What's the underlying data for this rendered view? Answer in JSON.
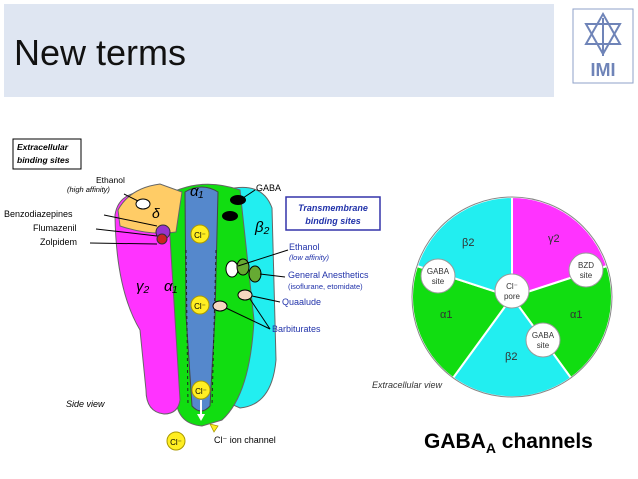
{
  "slide": {
    "title": "New terms"
  },
  "logo": {
    "text": "IMI"
  },
  "side_view": {
    "extracellular_box": [
      "Extracellular",
      "binding sites"
    ],
    "transmembrane_box": [
      "Transmembrane",
      "binding sites"
    ],
    "subunits": {
      "alpha1_top": "α₁",
      "beta2": "β₂",
      "gamma2": "γ₂",
      "alpha1_mid": "α₁",
      "delta": "δ"
    },
    "ion": "Cl⁻",
    "labels": {
      "ethanol_high": "Ethanol",
      "ethanol_high_note": "(high affinity)",
      "gaba": "GABA",
      "benzodiazepines": "Benzodiazepines",
      "flumazenil": "Flumazenil",
      "zolpidem": "Zolpidem",
      "ethanol_low": "Ethanol",
      "ethanol_low_note": "(low affinity)",
      "general_anesthetics": "General Anesthetics",
      "general_anesthetics_note": "(isoflurane, etomidate)",
      "quaalude": "Quaalude",
      "barbiturates": "Barbiturates",
      "ion_channel": "Cl⁻ ion channel",
      "side_view": "Side view"
    }
  },
  "top_view": {
    "segments": {
      "gamma2": "γ2",
      "alpha1_right": "α1",
      "beta2_bottom": "β2",
      "alpha1_left": "α1",
      "beta2_topleft": "β2"
    },
    "sites": {
      "bzd": [
        "BZD",
        "site"
      ],
      "gaba_left": [
        "GABA",
        "site"
      ],
      "gaba_bottom": [
        "GABA",
        "site"
      ],
      "pore": [
        "Cl⁻",
        "pore"
      ]
    },
    "caption": "Extracellular view"
  },
  "caption": {
    "main": "GABA",
    "sub": "A",
    "tail": " channels"
  },
  "colors": {
    "magenta": "#ff33ff",
    "green": "#11dd11",
    "cyan": "#22eef0",
    "orange": "#ffcc66",
    "channel": "#5588cc",
    "yellow": "#ffee22"
  }
}
